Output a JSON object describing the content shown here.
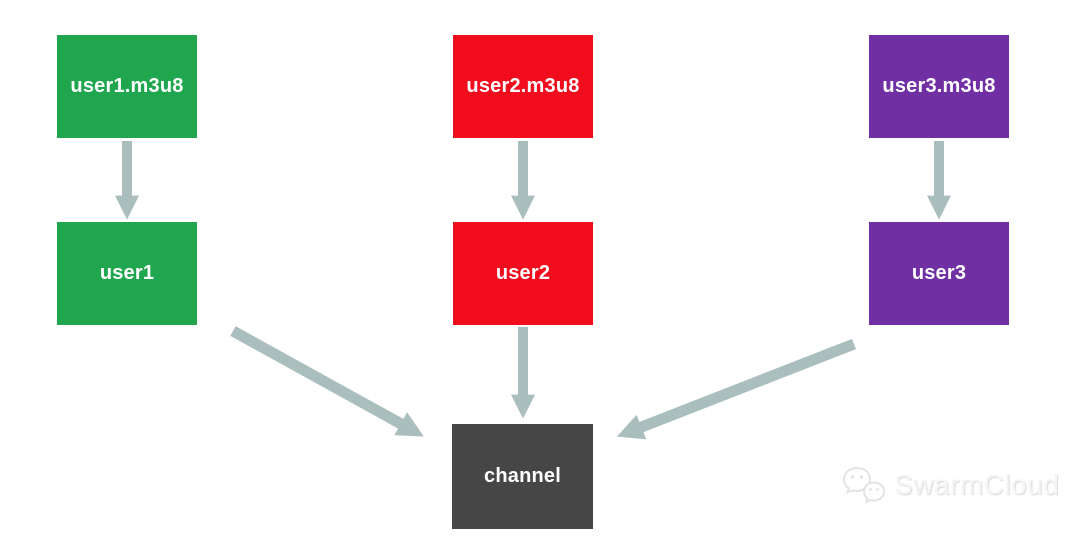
{
  "diagram": {
    "nodes": {
      "user1_m3u8": {
        "label": "user1.m3u8",
        "color": "#20a64e",
        "text_color": "#ffffff"
      },
      "user2_m3u8": {
        "label": "user2.m3u8",
        "color": "#f20d1e",
        "text_color": "#ffffff"
      },
      "user3_m3u8": {
        "label": "user3.m3u8",
        "color": "#7030a3",
        "text_color": "#ffffff"
      },
      "user1": {
        "label": "user1",
        "color": "#20a64e",
        "text_color": "#ffffff"
      },
      "user2": {
        "label": "user2",
        "color": "#f20d1e",
        "text_color": "#ffffff"
      },
      "user3": {
        "label": "user3",
        "color": "#7030a3",
        "text_color": "#ffffff"
      },
      "channel": {
        "label": "channel",
        "color": "#464646",
        "text_color": "#ffffff"
      }
    },
    "edges": [
      {
        "from": "user1.m3u8",
        "to": "user1"
      },
      {
        "from": "user2.m3u8",
        "to": "user2"
      },
      {
        "from": "user3.m3u8",
        "to": "user3"
      },
      {
        "from": "user1",
        "to": "channel"
      },
      {
        "from": "user2",
        "to": "channel"
      },
      {
        "from": "user3",
        "to": "channel"
      }
    ],
    "arrow_color": "#a9bebd",
    "background_color": "#ffffff"
  },
  "watermark": {
    "label": "SwarmCloud",
    "icon": "wechat-icon",
    "color": "#f1f1f1"
  }
}
